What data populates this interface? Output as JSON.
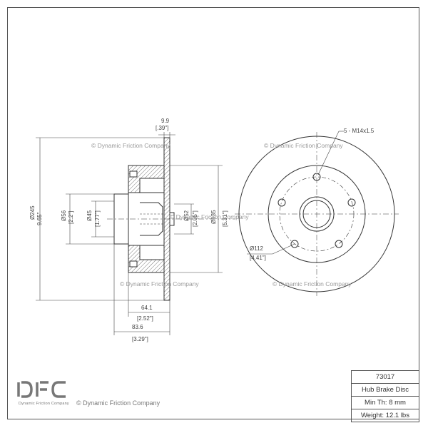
{
  "watermark": "© Dynamic Friction Company",
  "footer_copyright": "© Dynamic Friction Company",
  "logo": {
    "text": "DFC",
    "subtitle": "Dynamic Friction Company"
  },
  "info": {
    "part_number": "73017",
    "description": "Hub Brake Disc",
    "min_thickness": "Min Th: 8 mm",
    "weight": "Weight: 12.1 lbs"
  },
  "dimensions": {
    "thickness_mm": "9.9",
    "thickness_in": "[.39\"]",
    "outer_diameter_mm": "Ø245",
    "outer_diameter_in": "9.65\"",
    "bore_outer_mm": "Ø56",
    "bore_outer_in": "[2.2\"]",
    "bore_inner_mm": "Ø45",
    "bore_inner_in": "[1.77\"]",
    "center_bore_mm": "Ø52",
    "center_bore_in": "[2.05\"]",
    "hat_diameter_mm": "Ø135",
    "hat_diameter_in": "[5.31\"]",
    "hub_width_mm": "64.1",
    "hub_width_in": "[2.52\"]",
    "overall_height_mm": "83.6",
    "overall_height_in": "[3.29\"]",
    "bolt_pattern": "5 - M14x1.5",
    "bolt_circle_mm": "Ø112",
    "bolt_circle_in": "[4.41\"]"
  }
}
